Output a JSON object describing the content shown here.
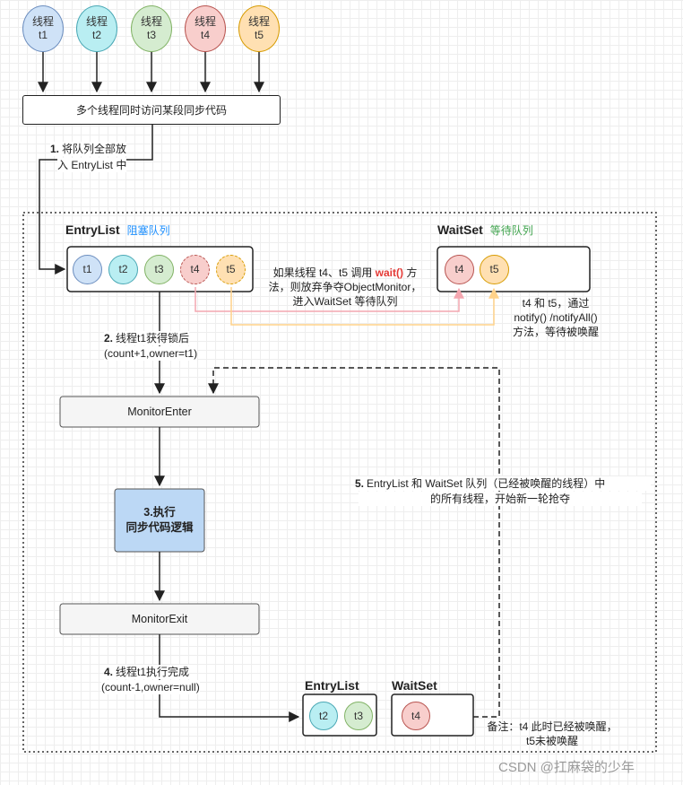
{
  "threads_top": [
    {
      "label": "线程",
      "id": "t1",
      "fill": "#cfe2f7",
      "stroke": "#6c8ebf"
    },
    {
      "label": "线程",
      "id": "t2",
      "fill": "#b9eef2",
      "stroke": "#4aa8b5"
    },
    {
      "label": "线程",
      "id": "t3",
      "fill": "#d5ecd0",
      "stroke": "#82b366"
    },
    {
      "label": "线程",
      "id": "t4",
      "fill": "#f8cecc",
      "stroke": "#b85450"
    },
    {
      "label": "线程",
      "id": "t5",
      "fill": "#ffe0b2",
      "stroke": "#d79b00"
    }
  ],
  "access_box": "多个线程同时访问某段同步代码",
  "step1": {
    "num": "1.",
    "line1": "将队列全部放",
    "line2": "入 EntryList 中"
  },
  "entrylist": {
    "title": "EntryList",
    "subtitle": "阻塞队列",
    "subtitle_color": "#1e90ff",
    "items": [
      "t1",
      "t2",
      "t3",
      "t4",
      "t5"
    ]
  },
  "waitset": {
    "title": "WaitSet",
    "subtitle": "等待队列",
    "subtitle_color": "#3fa34d",
    "items": [
      "t4",
      "t5"
    ]
  },
  "wait_note": {
    "line1_pre": "如果线程 t4、t5 调用 ",
    "line1_key": "wait()",
    "line1_post": " 方",
    "line2": "法，则放弃争夺ObjectMonitor，",
    "line3": "进入WaitSet 等待队列",
    "key_color": "#e53935"
  },
  "notify_note": {
    "line1": "t4 和 t5，通过",
    "line2": "notify() /notifyAll()",
    "line3": "方法，等待被唤醒"
  },
  "step2": {
    "num": "2.",
    "line1": "线程t1获得锁后",
    "line2": "(count+1,owner=t1)"
  },
  "monitor_enter": "MonitorEnter",
  "step3": {
    "line1": "3.执行",
    "line2": "同步代码逻辑"
  },
  "monitor_exit": "MonitorExit",
  "step4": {
    "num": "4.",
    "line1": "线程t1执行完成",
    "line2": "(count-1,owner=null)"
  },
  "step5": {
    "num": "5.",
    "line1": "EntryList 和 WaitSet 队列（已经被唤醒的线程）中",
    "line2": "的所有线程，开始新一轮抢夺"
  },
  "bottom_entrylist": {
    "title": "EntryList",
    "items": [
      "t2",
      "t3"
    ]
  },
  "bottom_waitset": {
    "title": "WaitSet",
    "items": [
      "t4"
    ]
  },
  "remark": {
    "line1": "备注：t4 此时已经被唤醒，",
    "line2": "t5未被唤醒"
  },
  "watermark": "CSDN @扛麻袋的少年"
}
